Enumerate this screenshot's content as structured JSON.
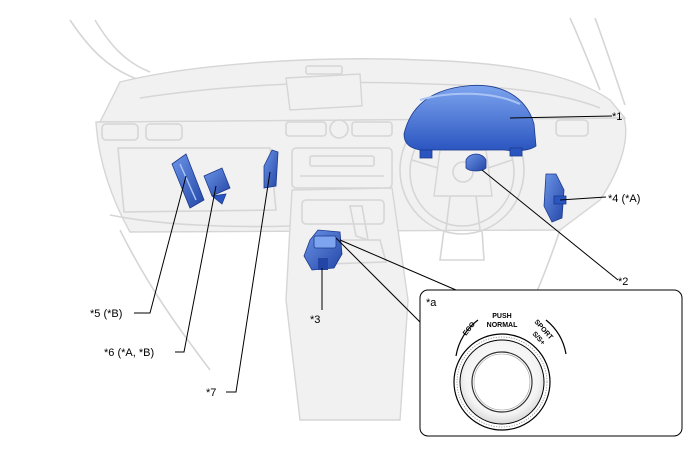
{
  "callouts": {
    "c1": "*1",
    "c2": "*2",
    "c3": "*3",
    "c4": "*4 (*A)",
    "c5": "*5 (*B)",
    "c6": "*6 (*A, *B)",
    "c7": "*7"
  },
  "detail": {
    "label": "*a",
    "push": "PUSH",
    "normal": "NORMAL",
    "eco": "ECO",
    "sport": "SPORT",
    "sport_sub": "S/S+"
  },
  "colors": {
    "part_blue": "#3f6fd8",
    "part_dark": "#1c3a8c",
    "ghost_line": "#d6d6d6"
  }
}
